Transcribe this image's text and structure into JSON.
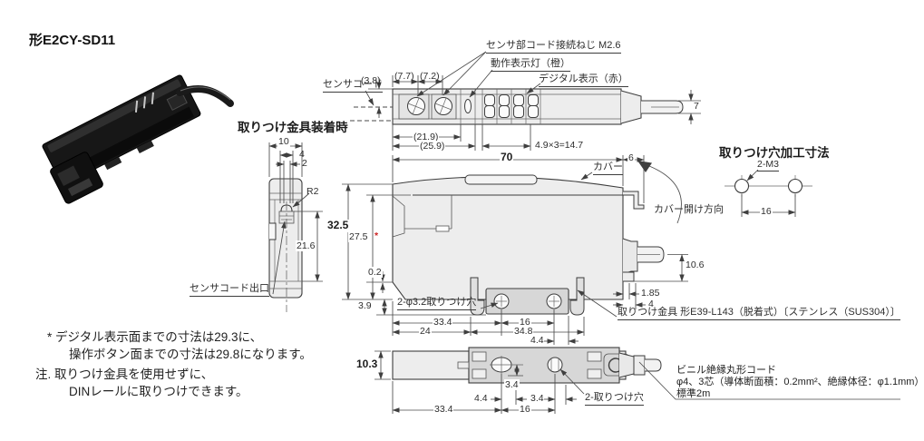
{
  "colors": {
    "accent_red": "#cc2222",
    "line": "#3d3d3d",
    "body_fill": "#ededed",
    "bracket_fill": "#d7d7d7"
  },
  "product": {
    "model": "形E2CY-SD11"
  },
  "top_view": {
    "label_sensor_cord": "センサコード",
    "label_screw": "センサ部コード接続ねじ M2.6",
    "label_indicator": "動作表示灯（橙）",
    "label_digital": "デジタル表示（赤）",
    "dim_3_8": "(3.8)",
    "dim_7_7": "(7.7)",
    "dim_7_2": "(7.2)",
    "dim_21_9": "(21.9)",
    "dim_25_9": "(25.9)",
    "dim_pitch": "4.9×3=14.7",
    "dim_7": "7"
  },
  "bracket_view": {
    "title": "取りつけ金具装着時",
    "dim_10": "10",
    "dim_4": "4",
    "dim_2": "2",
    "dim_r2": "R2",
    "dim_21_6": "21.6",
    "label_outlet": "センサコード出口"
  },
  "side_view": {
    "dim_70": "70",
    "dim_6": "6",
    "label_cover": "カバー",
    "label_cover_dir": "カバー開け方向",
    "dim_32_5": "32.5",
    "dim_27_5": "27.5",
    "asterisk": "*",
    "dim_0_2": "0.2",
    "dim_3_9": "3.9",
    "dim_10_6": "10.6",
    "dim_1_85": "1.85",
    "dim_4_tab": "4",
    "label_holes": "2-φ3.2取りつけ穴",
    "dim_33_4": "33.4",
    "dim_16": "16",
    "dim_24": "24",
    "dim_34_8": "34.8",
    "dim_4_4": "4.4",
    "label_bracket": "取りつけ金具 形E39-L143（脱着式）〔ステンレス（SUS304）〕"
  },
  "hole_view": {
    "title": "取りつけ穴加工寸法",
    "label_2m3": "2-M3",
    "dim_16": "16"
  },
  "bottom_view": {
    "dim_10_3": "10.3",
    "dim_3_4a": "3.4",
    "dim_4_4": "4.4",
    "dim_3_4b": "3.4",
    "label_holes": "2-取りつけ穴",
    "dim_33_4": "33.4",
    "dim_16": "16"
  },
  "notes": {
    "star_line1": "* デジタル表示面までの寸法は29.3に、",
    "star_line2": "操作ボタン面までの寸法は29.8になります。",
    "note_line1": "注. 取りつけ金具を使用せずに、",
    "note_line2": "DINレールに取りつけできます。"
  },
  "cable_note": {
    "line1": "ビニル絶縁丸形コード",
    "line2": "φ4、3芯（導体断面積：0.2mm²、絶縁体径：φ1.1mm）",
    "line3": "標準2m"
  }
}
